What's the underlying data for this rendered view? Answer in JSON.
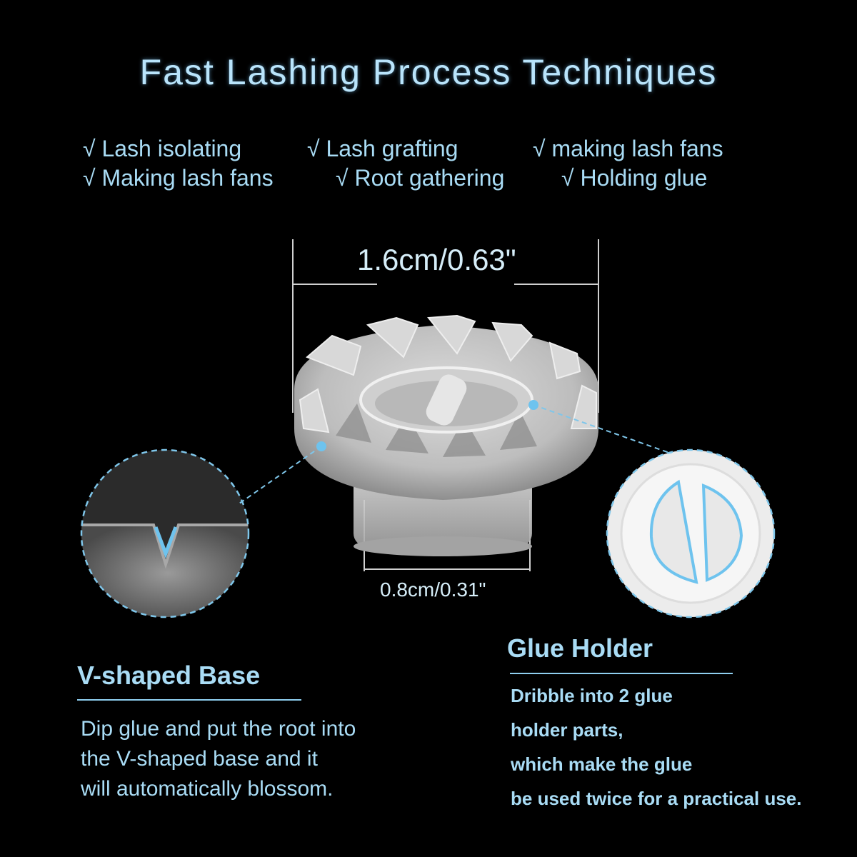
{
  "title": "Fast Lashing Process Techniques",
  "features": [
    "√ Lash isolating",
    "√ Lash grafting",
    "√ making lash fans",
    "√ Making lash fans",
    "√ Root gathering",
    "√ Holding glue"
  ],
  "dimensions": {
    "top_width": "1.6cm/0.63\"",
    "bottom_width": "0.8cm/0.31\""
  },
  "v_base": {
    "heading": "V-shaped Base",
    "lines": [
      "Dip glue and put the root into",
      "the V-shaped base and it",
      "will automatically blossom."
    ]
  },
  "glue_holder": {
    "heading": "Glue Holder",
    "lines": [
      "Dribble into 2 glue",
      "holder parts,",
      "which make the glue",
      "be used twice for a practical use."
    ]
  },
  "colors": {
    "background": "#000000",
    "accent": "#a9dcf5",
    "marker": "#6ec3ee"
  }
}
